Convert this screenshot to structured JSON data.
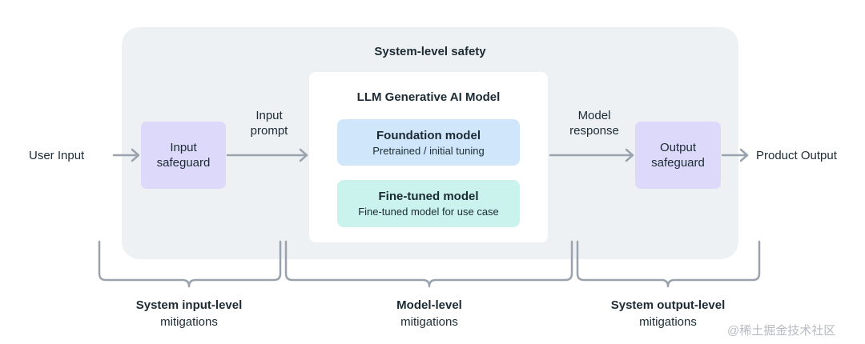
{
  "diagram": {
    "system_title": "System-level safety",
    "model_title": "LLM Generative AI Model",
    "foundation": {
      "title": "Foundation model",
      "subtitle": "Pretrained / initial tuning"
    },
    "finetuned": {
      "title": "Fine-tuned model",
      "subtitle": "Fine-tuned model for use case"
    },
    "input_safeguard": "Input\nsafeguard",
    "output_safeguard": "Output\nsafeguard",
    "user_input": "User Input",
    "product_output": "Product Output",
    "input_prompt": "Input\nprompt",
    "model_response": "Model\nresponse",
    "mitigations": [
      {
        "bold": "System input-level",
        "normal": "mitigations"
      },
      {
        "bold": "Model-level",
        "normal": "mitigations"
      },
      {
        "bold": "System output-level",
        "normal": "mitigations"
      }
    ],
    "watermark": "@稀土掘金技术社区"
  },
  "colors": {
    "panel": "#eef1f4",
    "safeguard": "#dcd9fb",
    "foundation": "#cfe6fb",
    "finetuned": "#c9f3ec",
    "connector": "#9aa3ad"
  }
}
